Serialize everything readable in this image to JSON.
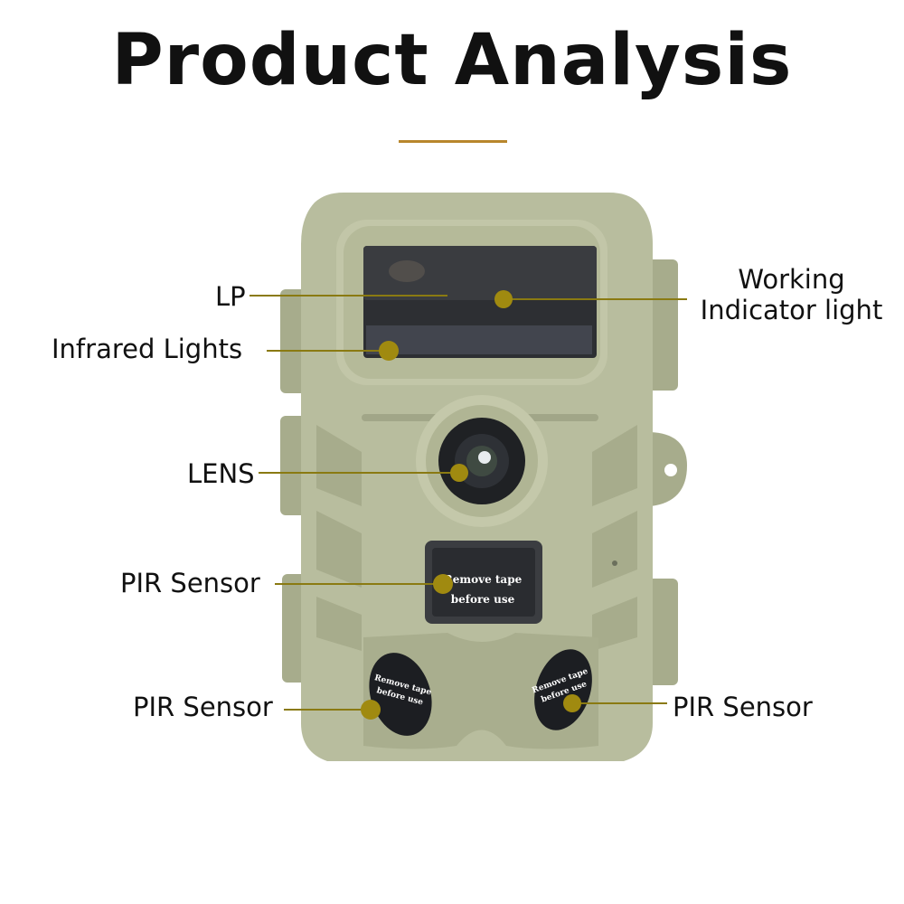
{
  "title": "Product Analysis",
  "colors": {
    "accent": "#b8862c",
    "callout": "#8a7a12",
    "dot": "#a08a10",
    "body": "#b8bd9e",
    "body_dark": "#9ea383",
    "body_light": "#c9cdb0"
  },
  "labels": {
    "lp": "LP",
    "infrared": "Infrared Lights",
    "working_line1": "Working",
    "working_line2": "Indicator light",
    "lens": "LENS",
    "pir_center": "PIR Sensor",
    "pir_left": "PIR Sensor",
    "pir_right": "PIR Sensor"
  },
  "stickers": {
    "center_line1": "Remove tape",
    "center_line2": "before use",
    "side_line1": "Remove tape",
    "side_line2": "before use"
  }
}
